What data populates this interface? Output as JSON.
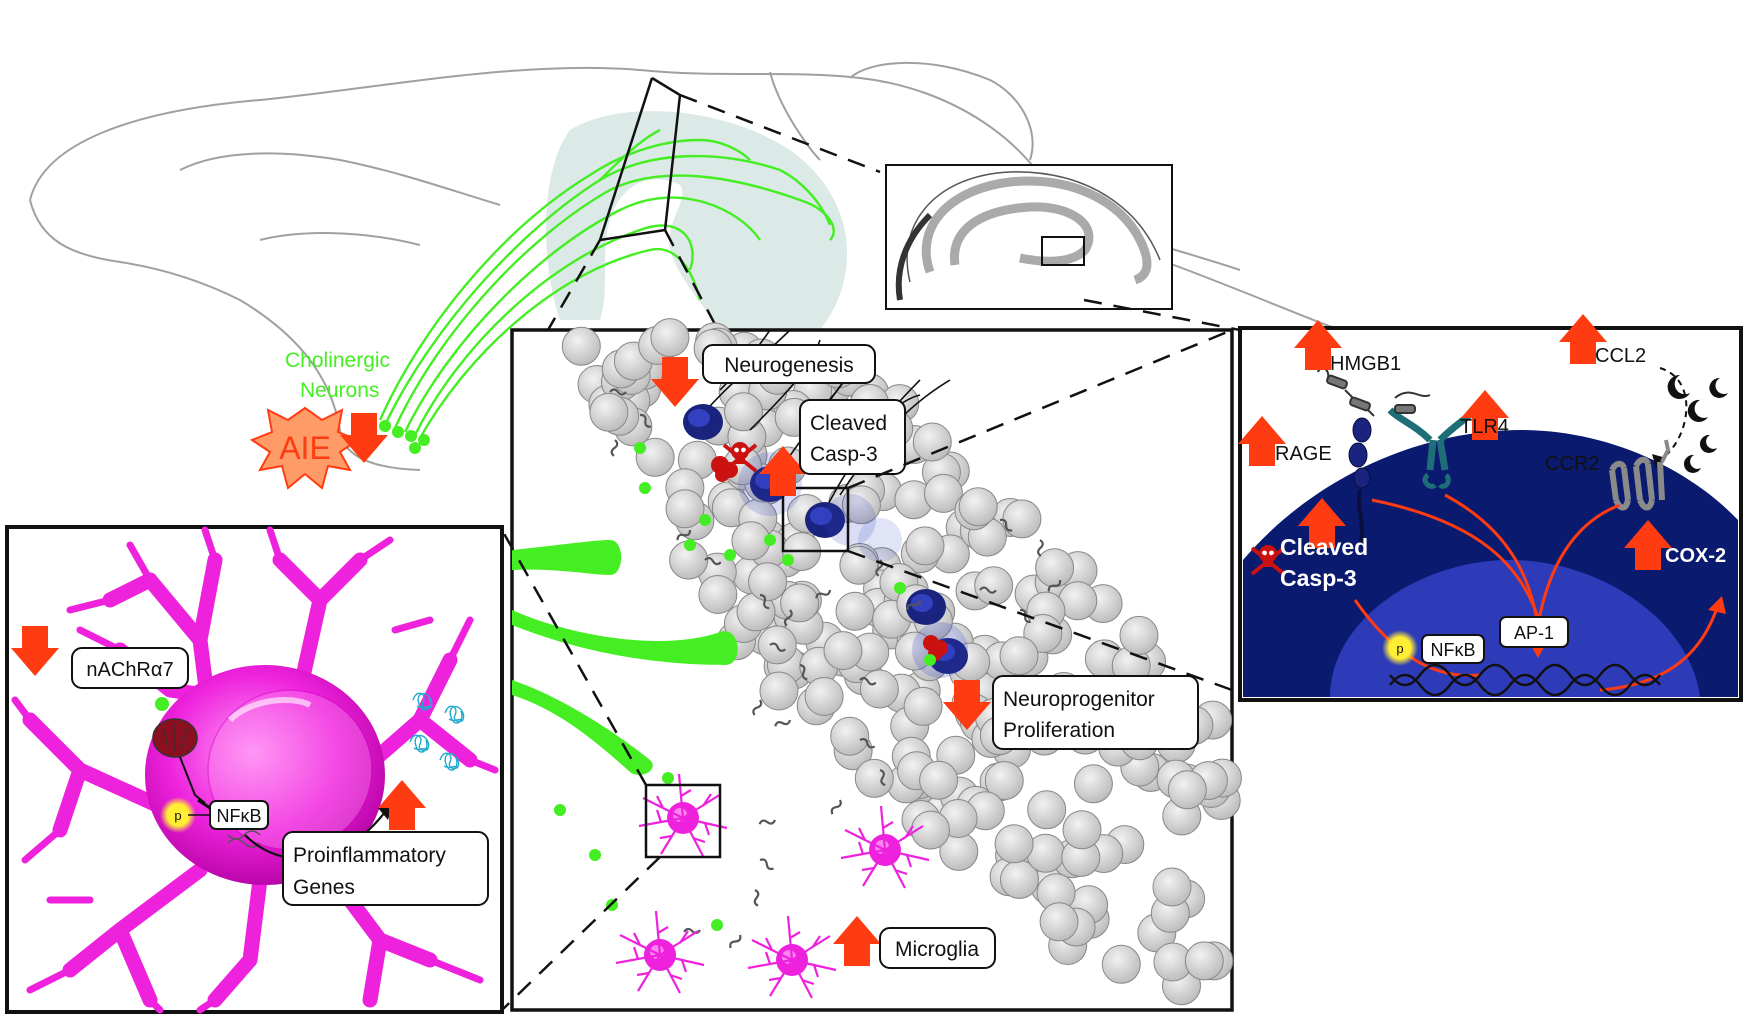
{
  "labels": {
    "cholinergic_line1": "Cholinergic",
    "cholinergic_line2": "Neurons",
    "aie": "AIE",
    "neurogenesis": "Neurogenesis",
    "cleaved_casp3_line1": "Cleaved",
    "cleaved_casp3_line2": "Casp-3",
    "neuroprogenitor_line1": "Neuroprogenitor",
    "neuroprogenitor_line2": "Proliferation",
    "microglia": "Microglia",
    "nachr": "nAChRα7",
    "nfkb": "NFκB",
    "phospho": "p",
    "proinflammatory_line1": "Proinflammatory",
    "proinflammatory_line2": "Genes",
    "hmgb1": "HMGB1",
    "ccl2": "CCL2",
    "rage": "RAGE",
    "tlr4": "TLR4",
    "ccr2": "CCR2",
    "right_casp3_line1": "Cleaved",
    "right_casp3_line2": "Casp-3",
    "cox2": "COX-2",
    "ap1": "AP-1",
    "right_nfkb": "NFκB",
    "right_phospho": "p"
  },
  "colors": {
    "up_down_arrow": "#ff3b12",
    "neuron_green": "#44ee22",
    "microglia_magenta": "#ee22dd",
    "cell_dark_blue": "#1a237e",
    "nucleus_blue": "#2e3bb8",
    "brain_outline": "#9a9a9a",
    "aie_fill": "#ff9b66"
  }
}
